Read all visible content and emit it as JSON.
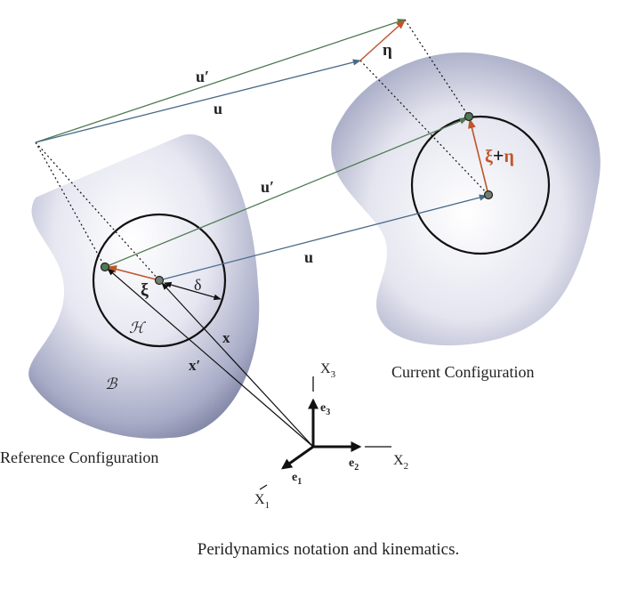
{
  "caption": "Peridynamics notation and kinematics.",
  "labels": {
    "reference_configuration": "Reference Configuration",
    "current_configuration": "Current Configuration",
    "body": "ℬ",
    "horizon": "ℋ",
    "horizon_radius": "δ",
    "position_x": "x",
    "position_x_prime": "x′",
    "bond_xi": "ξ",
    "displacement_u_ref": "u",
    "displacement_u_prime_ref": "u′",
    "displacement_u_top": "u",
    "displacement_u_prime_top": "u′",
    "relative_displacement_eta": "η",
    "deformed_bond_xi": "ξ",
    "deformed_bond_plus": "+",
    "deformed_bond_eta": "η",
    "axis_x1": "X",
    "axis_x1_sub": "1",
    "axis_x2": "X",
    "axis_x2_sub": "2",
    "axis_x3": "X",
    "axis_x3_sub": "3",
    "basis_e1": "e",
    "basis_e1_sub": "1",
    "basis_e2": "e",
    "basis_e2_sub": "2",
    "basis_e3": "e",
    "basis_e3_sub": "3"
  },
  "colors": {
    "vector_u": "#4a6a8a",
    "vector_u_prime": "#4f7a52",
    "bond": "#c0552a",
    "outline": "#111111",
    "body_shade": "#8a8fb0"
  }
}
